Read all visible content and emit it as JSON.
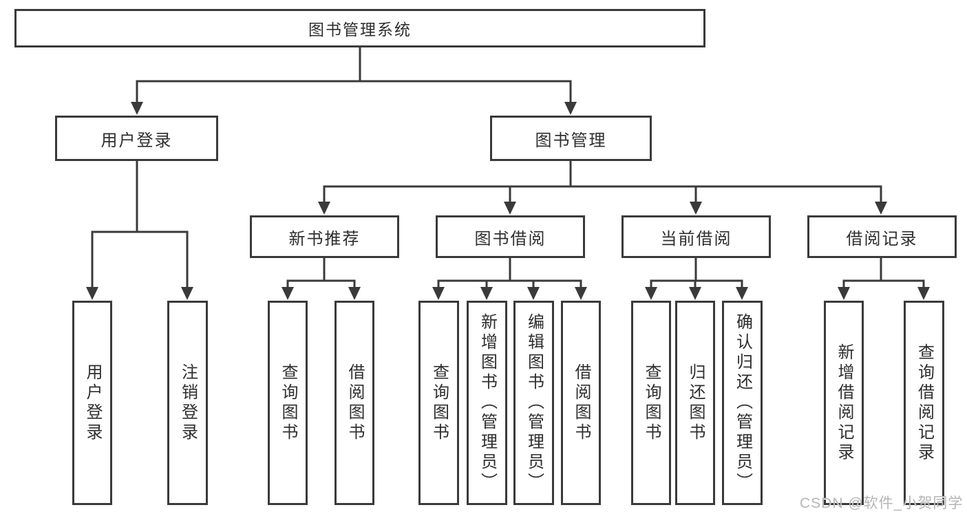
{
  "tree": {
    "root": "图书管理系统",
    "branches": [
      {
        "label": "用户登录",
        "leaves": [
          "用户登录",
          "注销登录"
        ]
      },
      {
        "label": "图书管理",
        "groups": [
          {
            "label": "新书推荐",
            "leaves": [
              "查询图书",
              "借阅图书"
            ]
          },
          {
            "label": "图书借阅",
            "leaves": [
              "查询图书",
              "新增图书（管理员）",
              "编辑图书（管理员）",
              "借阅图书"
            ]
          },
          {
            "label": "当前借阅",
            "leaves": [
              "查询图书",
              "归还图书",
              "确认归还（管理员）"
            ]
          },
          {
            "label": "借阅记录",
            "leaves": [
              "新增借阅记录",
              "查询借阅记录"
            ]
          }
        ]
      }
    ]
  },
  "watermark": "CSDN @软件_小贺同学",
  "colors": {
    "line": "#3a3a3a",
    "text": "#2e2e2e",
    "watermark": "#b5b5b5",
    "background": "#ffffff"
  }
}
